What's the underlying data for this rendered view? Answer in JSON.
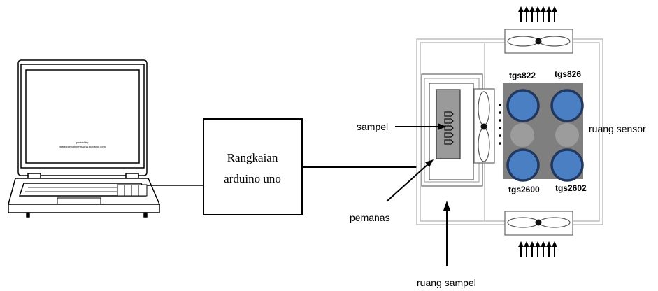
{
  "arduino_box": {
    "line1": "Rangkaian",
    "line2": "arduino uno"
  },
  "laptop": {
    "screen_line1": "posted by:",
    "screen_line2": "www.coretanbermakna.blogspot.com"
  },
  "labels": {
    "sampel": "sampel",
    "pemanas": "pemanas",
    "ruang_sampel": "ruang sampel",
    "ruang_sensor": "ruang sensor"
  },
  "sensors": [
    {
      "name": "tgs822"
    },
    {
      "name": "tgs826"
    },
    {
      "name": "tgs2600"
    },
    {
      "name": "tgs2602"
    }
  ],
  "colors": {
    "line": "#000000",
    "sensor_fill": "#4b7fc4",
    "sensor_ring": "#22385f",
    "sensor_board": "#7f7f7f",
    "sample_tray": "#9a9a9a"
  }
}
